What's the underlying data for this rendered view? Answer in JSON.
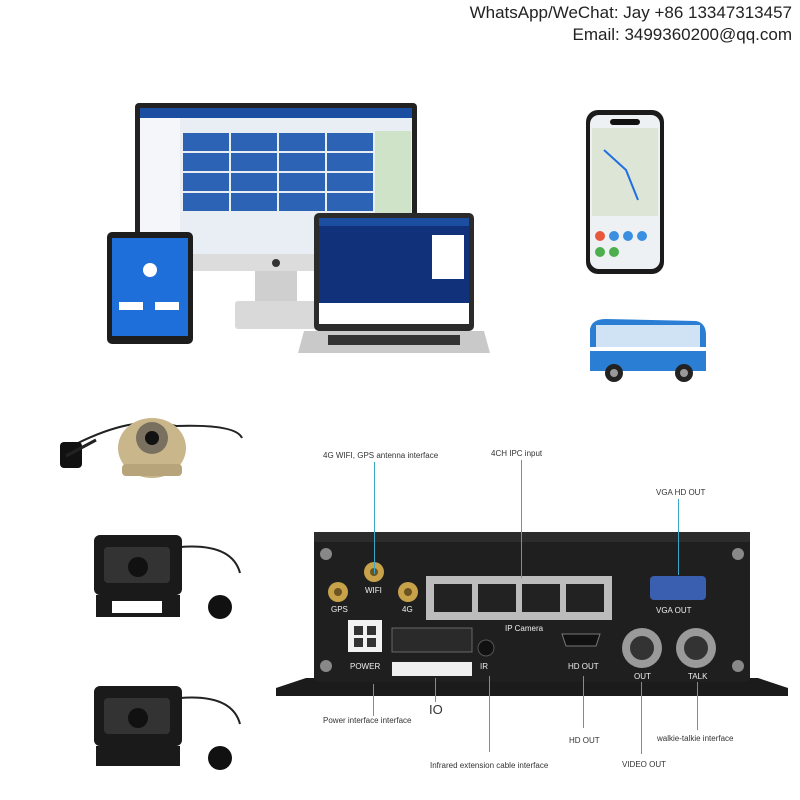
{
  "contact": {
    "line1": "WhatsApp/WeChat: Jay +86 13347313457",
    "line2": "Email: 3499360200@qq.com"
  },
  "callouts": {
    "antenna": "4G WIFI, GPS antenna interface",
    "ipc": "4CH IPC input",
    "vga": "VGA HD OUT",
    "power": "Power interface interface",
    "io": "IO",
    "infrared": "Infrared extension cable interface",
    "hd": "HD OUT",
    "video": "VIDEO OUT",
    "talk": "walkie-talkie interface"
  },
  "panel": {
    "gps": "GPS",
    "wifi": "WIFI",
    "fourg": "4G",
    "ip_camera": "IP Camera",
    "vga_out": "VGA OUT",
    "power": "POWER",
    "ir": "IR",
    "hd_out": "HD OUT",
    "out": "OUT",
    "talk": "TALK"
  },
  "colors": {
    "leader": "#3aa6c9",
    "device": "#1b1b1b",
    "screen_blue": "#1e6fd9",
    "bus_blue": "#2a7fd4"
  }
}
